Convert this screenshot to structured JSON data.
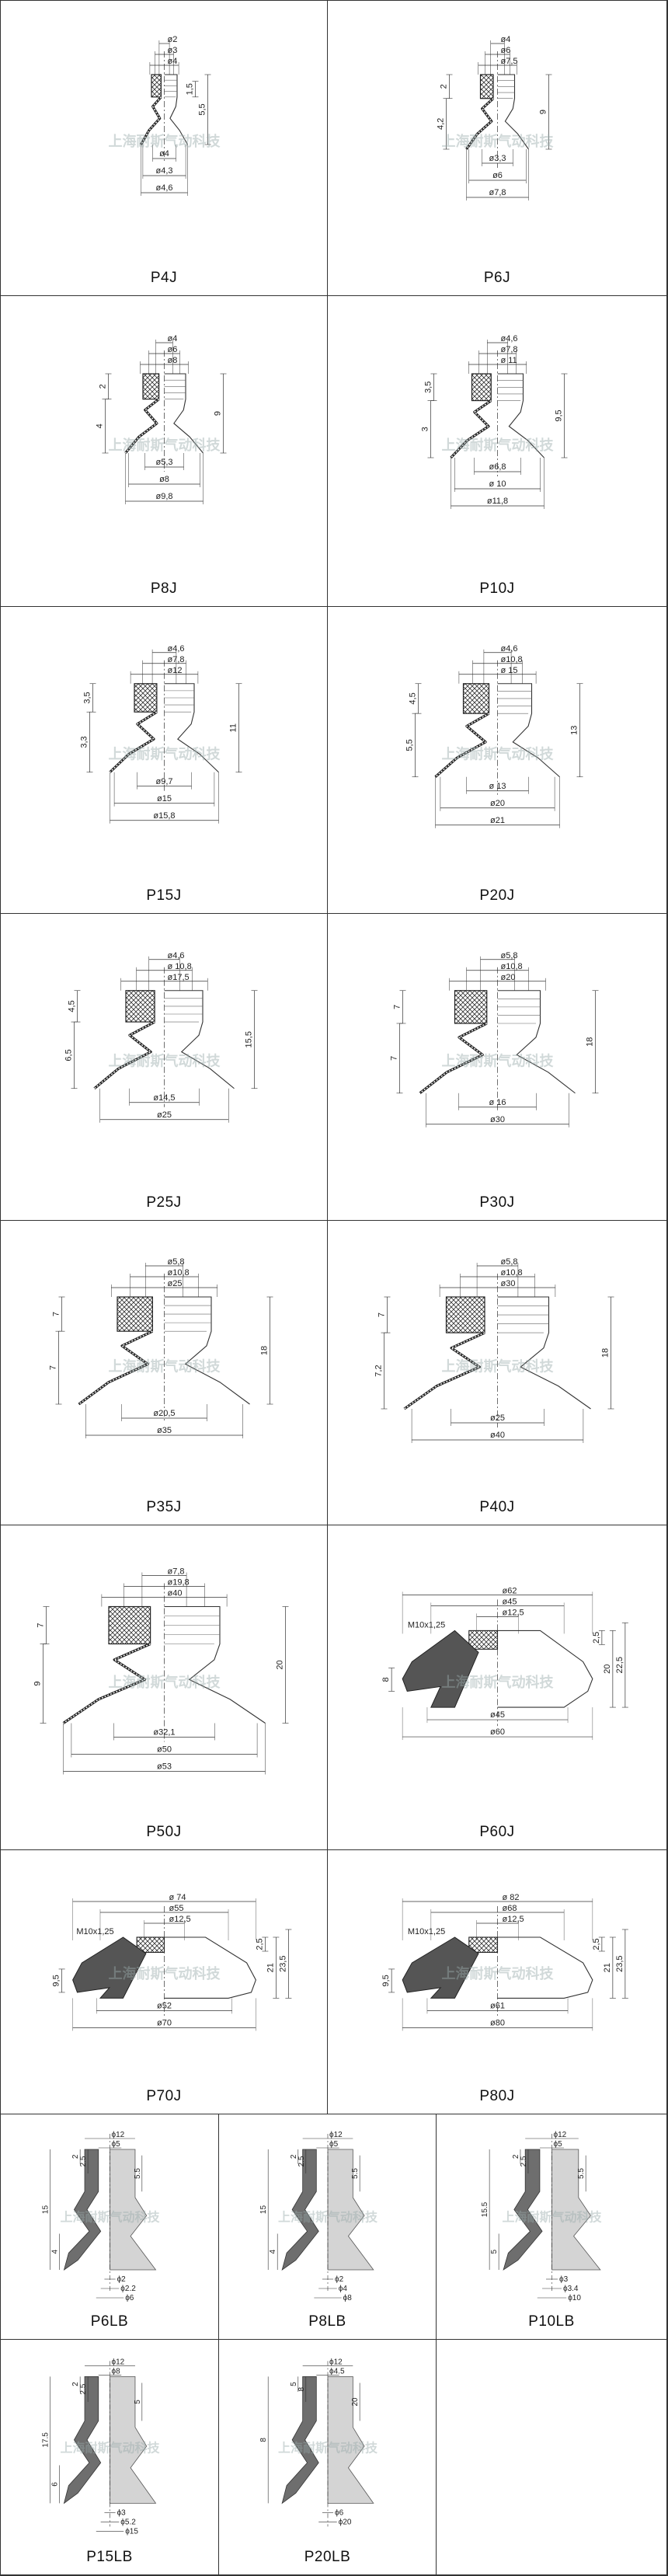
{
  "watermark": "上海耐斯气动科技",
  "cells": [
    {
      "id": "p4j",
      "label": "P4J",
      "type": "j",
      "dims_top": [
        "ø4",
        "ø3",
        "ø2"
      ],
      "dims_bottom": [
        "ø4",
        "ø4,3",
        "ø4,6"
      ],
      "dims_side": [
        "1,5",
        "5,5"
      ]
    },
    {
      "id": "p6j",
      "label": "P6J",
      "type": "j",
      "dims_top": [
        "ø7,5",
        "ø6",
        "ø4"
      ],
      "dims_bottom": [
        "ø3,3",
        "ø6",
        "ø7,8"
      ],
      "dims_side": [
        "2",
        "4,2",
        "9"
      ]
    },
    {
      "id": "p8j",
      "label": "P8J",
      "type": "j",
      "dims_top": [
        "ø8",
        "ø6",
        "ø4"
      ],
      "dims_bottom": [
        "ø5,3",
        "ø8",
        "ø9,8"
      ],
      "dims_side": [
        "2",
        "4",
        "9"
      ]
    },
    {
      "id": "p10j",
      "label": "P10J",
      "type": "j",
      "dims_top": [
        "ø 11",
        "ø7,8",
        "ø4,6"
      ],
      "dims_bottom": [
        "ø6,8",
        "ø 10",
        "ø11,8"
      ],
      "dims_side": [
        "3,5",
        "3",
        "9,5"
      ]
    },
    {
      "id": "p15j",
      "label": "P15J",
      "type": "j",
      "dims_top": [
        "ø12",
        "ø7,8",
        "ø4,6"
      ],
      "dims_bottom": [
        "ø9,7",
        "ø15",
        "ø15,8"
      ],
      "dims_side": [
        "3,5",
        "3,3",
        "11"
      ]
    },
    {
      "id": "p20j",
      "label": "P20J",
      "type": "j",
      "dims_top": [
        "ø 15",
        "ø10,8",
        "ø4,6"
      ],
      "dims_bottom": [
        "ø 13",
        "ø20",
        "ø21"
      ],
      "dims_side": [
        "4,5",
        "5,5",
        "13"
      ]
    },
    {
      "id": "p25j",
      "label": "P25J",
      "type": "j",
      "dims_top": [
        "ø17,5",
        "ø 10,8",
        "ø4,6"
      ],
      "dims_bottom": [
        "ø14,5",
        "ø25"
      ],
      "dims_side": [
        "4,5",
        "6,5",
        "15,5"
      ]
    },
    {
      "id": "p30j",
      "label": "P30J",
      "type": "j",
      "dims_top": [
        "ø20",
        "ø10,8",
        "ø5,8"
      ],
      "dims_bottom": [
        "ø 16",
        "ø30"
      ],
      "dims_side": [
        "7",
        "7",
        "18"
      ]
    },
    {
      "id": "p35j",
      "label": "P35J",
      "type": "j",
      "dims_top": [
        "ø25",
        "ø10,8",
        "ø5,8"
      ],
      "dims_bottom": [
        "ø20,5",
        "ø35"
      ],
      "dims_side": [
        "7",
        "7",
        "18"
      ]
    },
    {
      "id": "p40j",
      "label": "P40J",
      "type": "j",
      "dims_top": [
        "ø30",
        "ø10,8",
        "ø5,8"
      ],
      "dims_bottom": [
        "ø25",
        "ø40"
      ],
      "dims_side": [
        "7",
        "7,2",
        "18"
      ]
    },
    {
      "id": "p50j",
      "label": "P50J",
      "type": "j",
      "dims_top": [
        "ø40",
        "ø19,8",
        "ø7,8"
      ],
      "dims_bottom": [
        "ø32,1",
        "ø50",
        "ø53"
      ],
      "dims_side": [
        "7",
        "9",
        "20"
      ]
    },
    {
      "id": "p60j",
      "label": "P60J",
      "type": "m",
      "thread": "M10x1,25",
      "dims_top": [
        "ø62",
        "ø45",
        "ø12,5"
      ],
      "dims_bottom": [
        "ø45",
        "ø60"
      ],
      "dims_side": [
        "8",
        "2,5",
        "20",
        "22,5"
      ]
    },
    {
      "id": "p70j",
      "label": "P70J",
      "type": "m",
      "thread": "M10x1,25",
      "dims_top": [
        "ø 74",
        "ø55",
        "ø12,5"
      ],
      "dims_bottom": [
        "ø52",
        "ø70"
      ],
      "dims_side": [
        "9,5",
        "2,5",
        "21",
        "23,5"
      ]
    },
    {
      "id": "p80j",
      "label": "P80J",
      "type": "m",
      "thread": "M10x1,25",
      "dims_top": [
        "ø 82",
        "ø68",
        "ø12,5"
      ],
      "dims_bottom": [
        "ø61",
        "ø80"
      ],
      "dims_side": [
        "9,5",
        "2,5",
        "21",
        "23,5"
      ]
    },
    {
      "id": "p6lb",
      "label": "P6LB",
      "type": "lb",
      "dims_top": [
        "ϕ12",
        "ϕ5"
      ],
      "dims_bottom": [
        "ϕ2",
        "ϕ2.2",
        "ϕ6"
      ],
      "dims_side": [
        "2",
        "2.5",
        "5.5",
        "15",
        "4"
      ]
    },
    {
      "id": "p8lb",
      "label": "P8LB",
      "type": "lb",
      "dims_top": [
        "ϕ12",
        "ϕ5"
      ],
      "dims_bottom": [
        "ϕ2",
        "ϕ4",
        "ϕ8"
      ],
      "dims_side": [
        "2",
        "2.5",
        "5.5",
        "15",
        "4"
      ]
    },
    {
      "id": "p10lb",
      "label": "P10LB",
      "type": "lb",
      "dims_top": [
        "ϕ12",
        "ϕ5"
      ],
      "dims_bottom": [
        "ϕ3",
        "ϕ3.4",
        "ϕ10"
      ],
      "dims_side": [
        "2",
        "2.5",
        "5.5",
        "15.5",
        "5"
      ]
    },
    {
      "id": "p15lb",
      "label": "P15LB",
      "type": "lb",
      "dims_top": [
        "ϕ12",
        "ϕ8"
      ],
      "dims_bottom": [
        "ϕ3",
        "ϕ5.2",
        "ϕ15"
      ],
      "dims_side": [
        "2",
        "2.5",
        "5",
        "17.5",
        "6"
      ]
    },
    {
      "id": "p20lb",
      "label": "P20LB",
      "type": "lb",
      "dims_top": [
        "ϕ12",
        "ϕ4.5"
      ],
      "dims_bottom": [
        "ϕ6",
        "ϕ20"
      ],
      "dims_side": [
        "5",
        "8",
        "20",
        "8"
      ]
    }
  ]
}
